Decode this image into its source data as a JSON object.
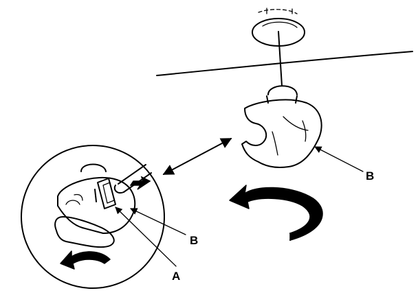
{
  "labels": {
    "part_a": "A",
    "part_b_main": "B",
    "part_b_detail": "B"
  },
  "colors": {
    "ink": "#000000",
    "paper": "#ffffff"
  },
  "icons": {
    "rotation_arrow_large": "curved-arrow-counterclockwise",
    "rotation_arrow_small": "curved-arrow-counterclockwise",
    "push_arrow": "straight-arrow",
    "link_arrow": "double-headed-arrow"
  }
}
